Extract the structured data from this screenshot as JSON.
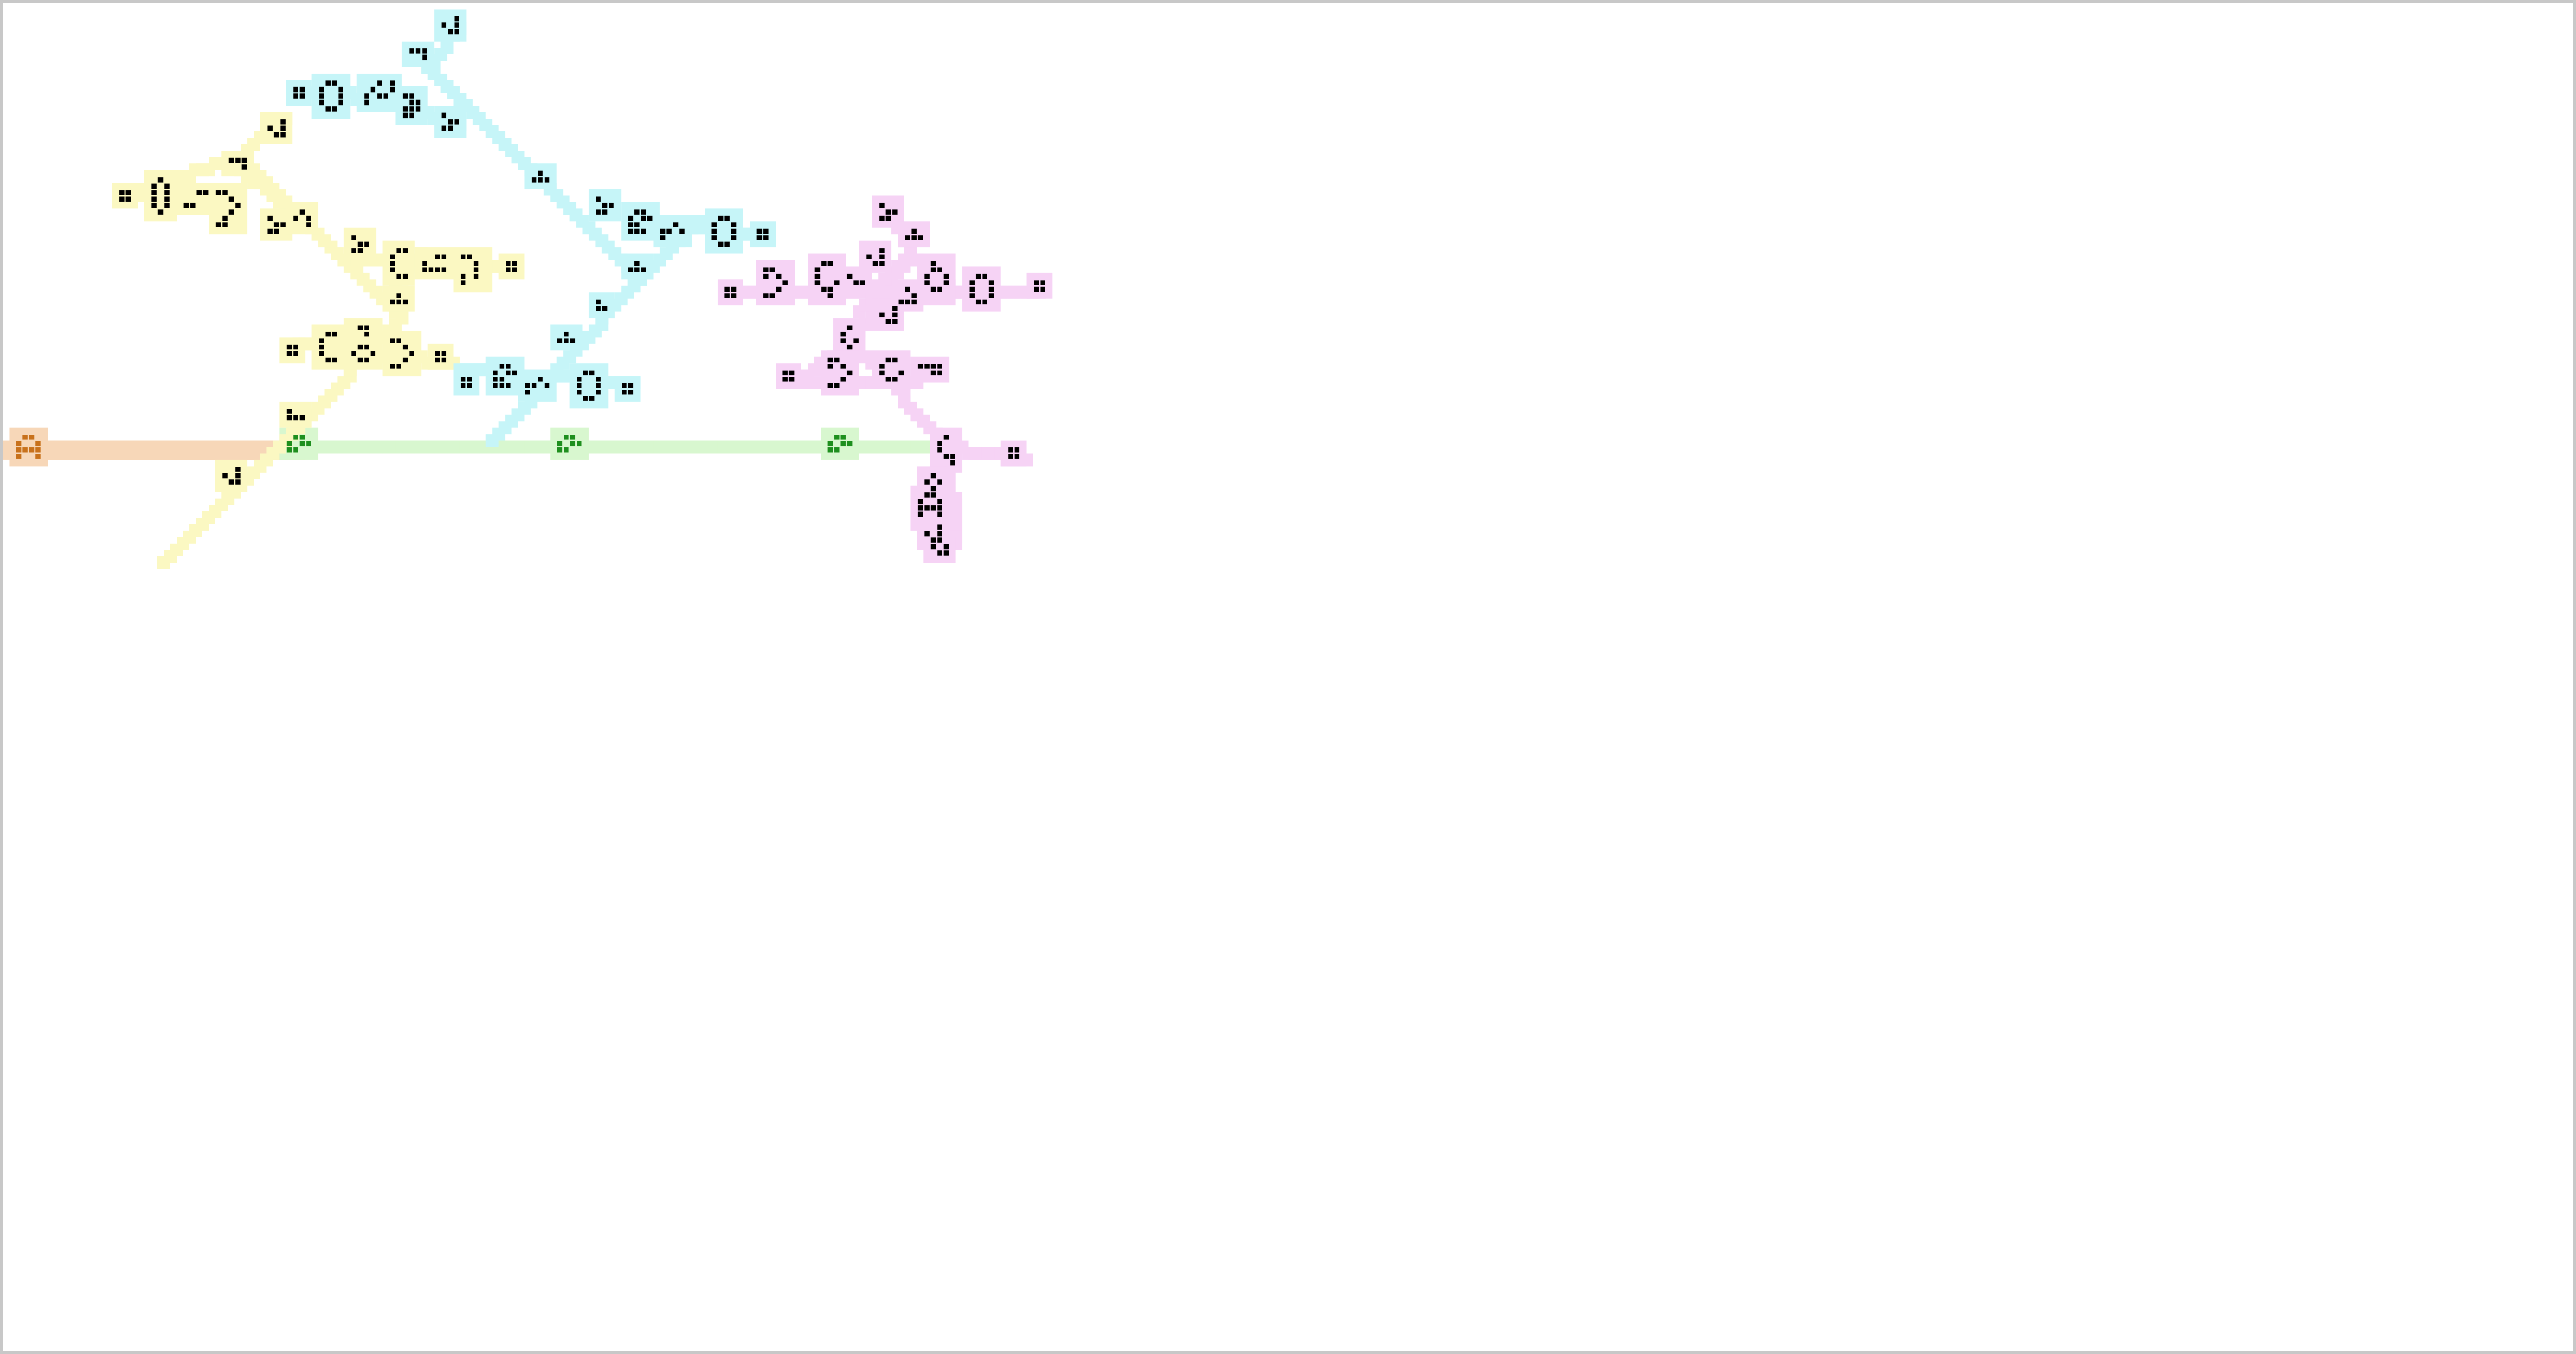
{
  "diagram": {
    "kind": "cellular-automaton-reaction-trace",
    "colors": {
      "background": "#ffffff",
      "border": "#c8c8c8",
      "cell_live": "#000000",
      "trail_orange": "#f7d7b8",
      "cell_orange": "#c8711b",
      "trail_green": "#d8f7cf",
      "cell_green": "#1e8f1e",
      "trail_yellow": "#fbf8c2",
      "trail_cyan": "#c6f5f8",
      "trail_pink": "#f6d3f5"
    },
    "traces": [
      {
        "name": "incoming-glider",
        "trail": "trail_orange",
        "shape_color": "cell_orange"
      },
      {
        "name": "emitted-gliders",
        "trail": "trail_green",
        "shape_color": "cell_green"
      },
      {
        "name": "yellow-branch",
        "trail": "trail_yellow",
        "shape_color": "cell_live"
      },
      {
        "name": "cyan-branch",
        "trail": "trail_cyan",
        "shape_color": "cell_live"
      },
      {
        "name": "pink-branch",
        "trail": "trail_pink",
        "shape_color": "cell_live"
      }
    ]
  }
}
